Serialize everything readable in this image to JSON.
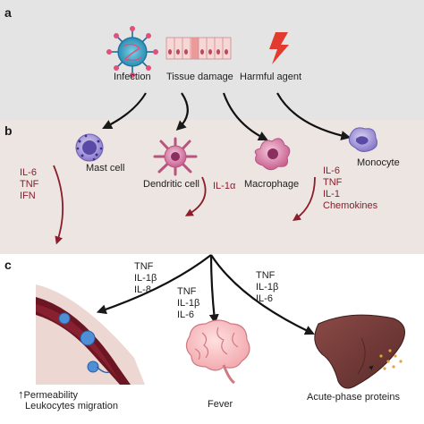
{
  "panels": {
    "a": "a",
    "b": "b",
    "c": "c"
  },
  "triggers": {
    "infection": "Infection",
    "tissue_damage": "Tissue damage",
    "harmful_agent": "Harmful agent"
  },
  "cells": {
    "mast_cell": "Mast cell",
    "dendritic_cell": "Dendritic cell",
    "macrophage": "Macrophage",
    "monocyte": "Monocyte"
  },
  "cytokines": {
    "mast": [
      "IL-6",
      "TNF",
      "IFN"
    ],
    "dendritic": [
      "IL-1α"
    ],
    "macrophage": [
      "IL-6",
      "TNF",
      "IL-1",
      "Chemokines"
    ],
    "to_vessel": [
      "TNF",
      "IL-1β",
      "IL-8"
    ],
    "to_brain": [
      "TNF",
      "IL-1β",
      "IL-6"
    ],
    "to_liver": [
      "TNF",
      "IL-1β",
      "IL-6"
    ]
  },
  "outcomes": {
    "permeability_arrow": "↑",
    "permeability": "Permeability",
    "migration": "Leukocytes migration",
    "fever": "Fever",
    "acute_phase": "Acute-phase proteins"
  }
}
